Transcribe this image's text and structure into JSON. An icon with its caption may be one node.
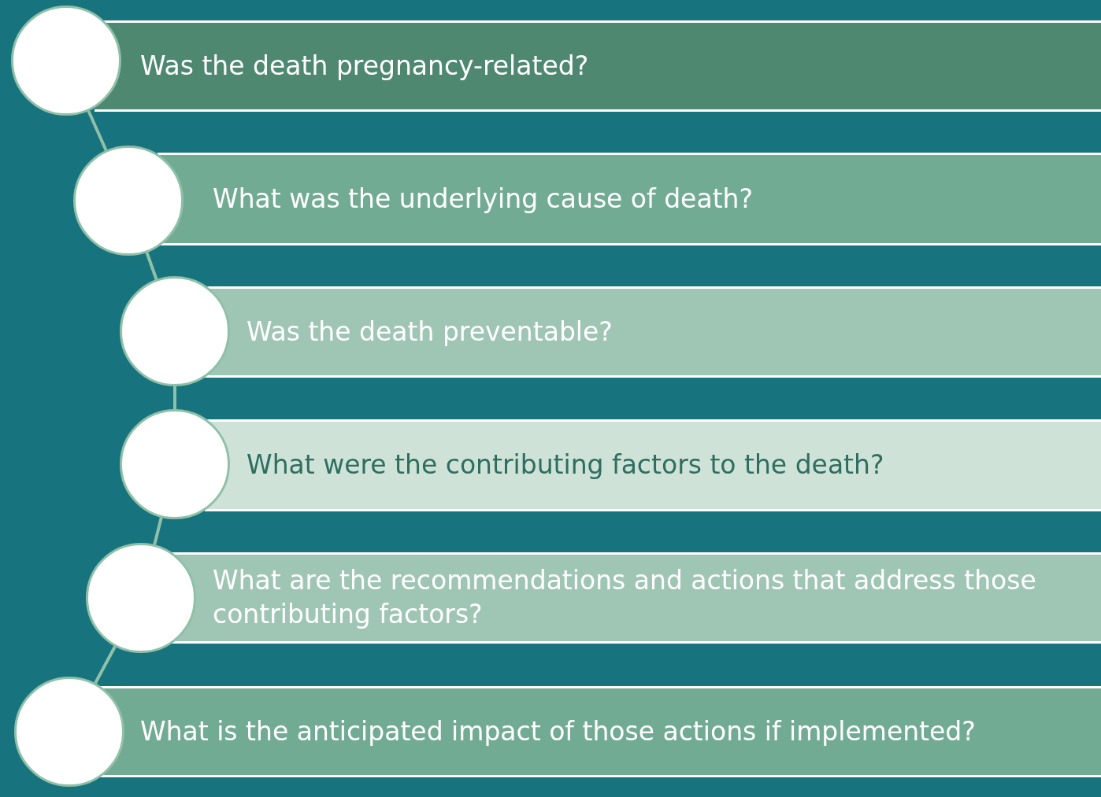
{
  "diagram": {
    "nodes": [
      {
        "text": [
          "Was the death pregnancy-related?"
        ]
      },
      {
        "text": [
          "What was the underlying cause of death?"
        ]
      },
      {
        "text": [
          "Was the death preventable?"
        ]
      },
      {
        "text": [
          "What were the contributing factors to the death?"
        ]
      },
      {
        "text": [
          "What are the recommendations and actions that address those contributing factors?"
        ]
      },
      {
        "text": [
          "What is the anticipated impact of those actions if implemented?"
        ]
      },
      {
        "text": [],
        "shape": "circle"
      },
      {
        "text": [],
        "shape": "circle"
      },
      {
        "text": [],
        "shape": "circle"
      },
      {
        "text": [],
        "shape": "circle"
      },
      {
        "text": [],
        "shape": "circle"
      },
      {
        "text": [],
        "shape": "circle"
      }
    ],
    "edges": [
      {
        "from": 6,
        "to": 7,
        "arrow": "none"
      },
      {
        "from": 7,
        "to": 8,
        "arrow": "none"
      },
      {
        "from": 8,
        "to": 9,
        "arrow": "none"
      },
      {
        "from": 9,
        "to": 10,
        "arrow": "none"
      },
      {
        "from": 10,
        "to": 11,
        "arrow": "none"
      }
    ]
  }
}
